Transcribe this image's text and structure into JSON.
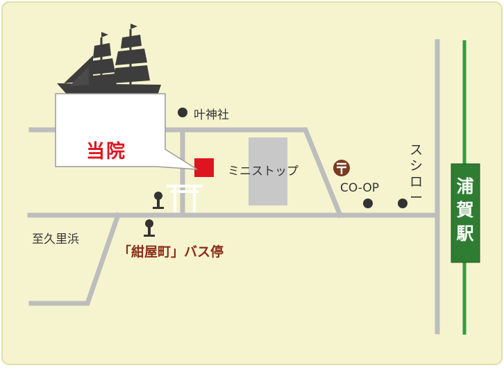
{
  "map": {
    "clinic_label": "当院",
    "landmarks": {
      "shrine": "叶神社",
      "convenience_store": "ミニストップ",
      "coop": "CO-OP",
      "sushiro": "スシロー",
      "direction": "至久里浜",
      "bus_stop": "「紺屋町」バス停",
      "station": "浦賀駅"
    },
    "icons": {
      "ship": "sailing-ship-icon",
      "torii": "torii-gate-icon",
      "post_office": "post-office-icon",
      "bus_stop": "bus-stop-sign-icon"
    },
    "colors": {
      "background": "#f6f4cf",
      "road": "#bdbdbd",
      "railway": "#2e9e3f",
      "clinic_marker": "#e0141e",
      "clinic_text": "#e0141e",
      "bus_stop_text": "#8b2b16",
      "station_box": "#2e7d32",
      "store_building": "#c8c8c8",
      "post_office": "#7a3b20"
    }
  }
}
